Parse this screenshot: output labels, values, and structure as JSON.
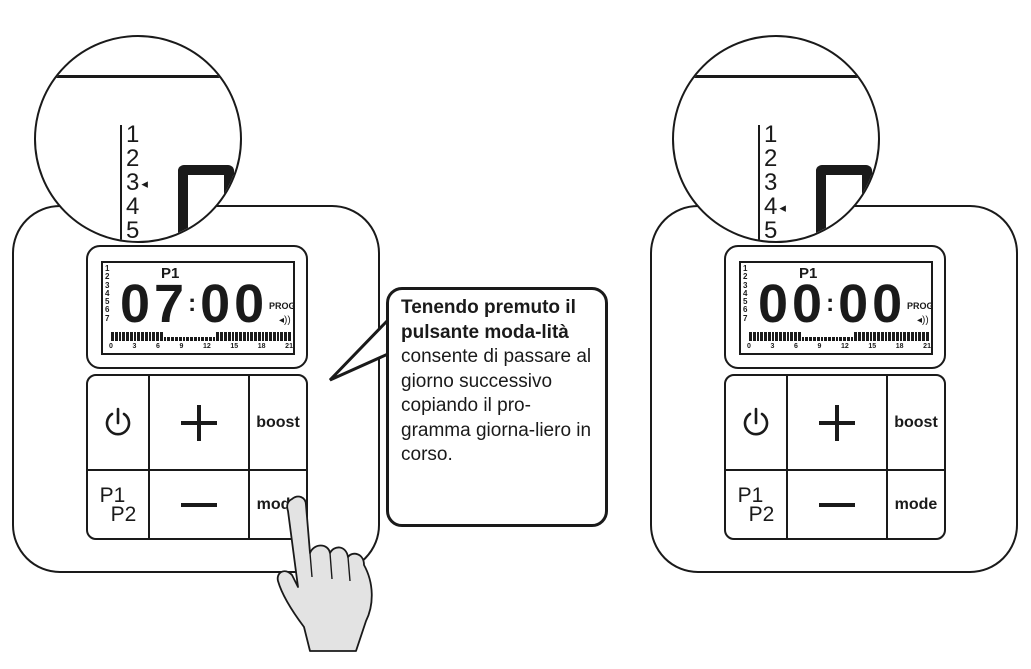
{
  "devices": [
    {
      "zoom": {
        "days": [
          "1",
          "2",
          "3",
          "4",
          "5"
        ],
        "selected_day_index": 2,
        "arrow": "◂"
      },
      "lcd": {
        "program_id": "P1",
        "time": [
          "0",
          "7",
          "0",
          "0"
        ],
        "prog_label": "PROG",
        "temp_icon": "◂))",
        "days": [
          "1",
          "2",
          "3",
          "4",
          "5",
          "6",
          "7"
        ],
        "selected_day_index": 2,
        "hour_marks": [
          "0",
          "3",
          "6",
          "9",
          "12",
          "15",
          "18",
          "21"
        ]
      },
      "keys": {
        "plus": "+",
        "minus": "—",
        "boost": "boost",
        "mode": "mode",
        "p1": "P1",
        "p2": "P2"
      }
    },
    {
      "zoom": {
        "days": [
          "1",
          "2",
          "3",
          "4",
          "5"
        ],
        "selected_day_index": 3,
        "arrow": "◂"
      },
      "lcd": {
        "program_id": "P1",
        "time": [
          "0",
          "0",
          "0",
          "0"
        ],
        "prog_label": "PROG",
        "temp_icon": "◂))",
        "days": [
          "1",
          "2",
          "3",
          "4",
          "5",
          "6",
          "7"
        ],
        "selected_day_index": 3,
        "hour_marks": [
          "0",
          "3",
          "6",
          "9",
          "12",
          "15",
          "18",
          "21"
        ]
      },
      "keys": {
        "plus": "+",
        "minus": "—",
        "boost": "boost",
        "mode": "mode",
        "p1": "P1",
        "p2": "P2"
      }
    }
  ],
  "callout": {
    "bold_text": "Tenendo premuto il pulsante moda-lità",
    "text": " consente di passare al giorno successivo copiando il pro-gramma giorna-liero in corso."
  },
  "icons": {
    "power": "power-icon",
    "hand": "pointing-hand-icon"
  }
}
